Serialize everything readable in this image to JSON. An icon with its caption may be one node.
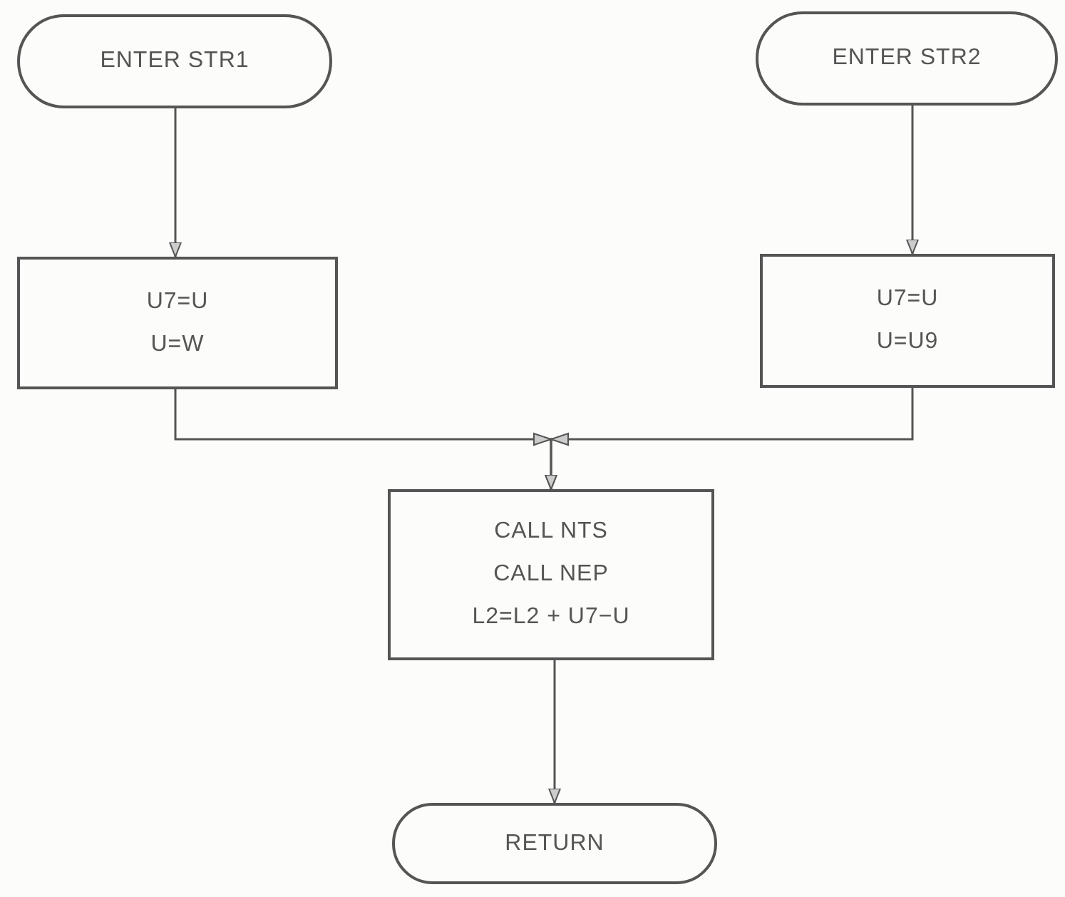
{
  "diagram": {
    "nodes": [
      {
        "text": [
          "ENTER STR1"
        ]
      },
      {
        "text": [
          "ENTER STR2"
        ]
      },
      {
        "text": [
          "U7=U U=W"
        ]
      },
      {
        "text": [
          "U7=U U=U9"
        ]
      },
      {
        "text": [
          "CALL NTS CALL NEP L2=L2 + U7−U"
        ]
      },
      {
        "text": [
          "RETURN"
        ]
      }
    ],
    "edges": [
      {
        "from": 0,
        "to": 2,
        "arrow": "to"
      },
      {
        "from": 1,
        "to": 3,
        "arrow": "to"
      },
      {
        "from": 2,
        "to": 4,
        "arrow": "to"
      },
      {
        "from": 3,
        "to": 4,
        "arrow": "to"
      },
      {
        "from": 4,
        "to": 5,
        "arrow": "to"
      }
    ]
  }
}
